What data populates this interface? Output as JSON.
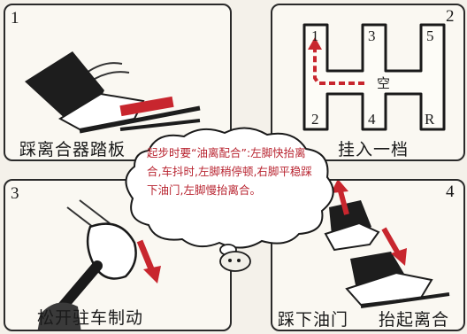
{
  "colors": {
    "accent": "#c8262e",
    "ink": "#1a1a1a",
    "panel_bg": "#faf8f2"
  },
  "steps": [
    {
      "number": "1",
      "caption": "踩离合器踏板"
    },
    {
      "number": "2",
      "caption": "挂入一档"
    },
    {
      "number": "3",
      "caption": "松开驻车制动"
    },
    {
      "number": "4",
      "caption": "踩下油门",
      "caption2": "抬起离合"
    }
  ],
  "gearbox": {
    "labels": [
      "1",
      "3",
      "5",
      "2",
      "4",
      "R"
    ],
    "neutral": "空"
  },
  "tip": "起步时要“油离配合”:左脚快抬离合,车抖时,左脚稍停顿,右脚平稳踩下油门,左脚慢抬离合。"
}
